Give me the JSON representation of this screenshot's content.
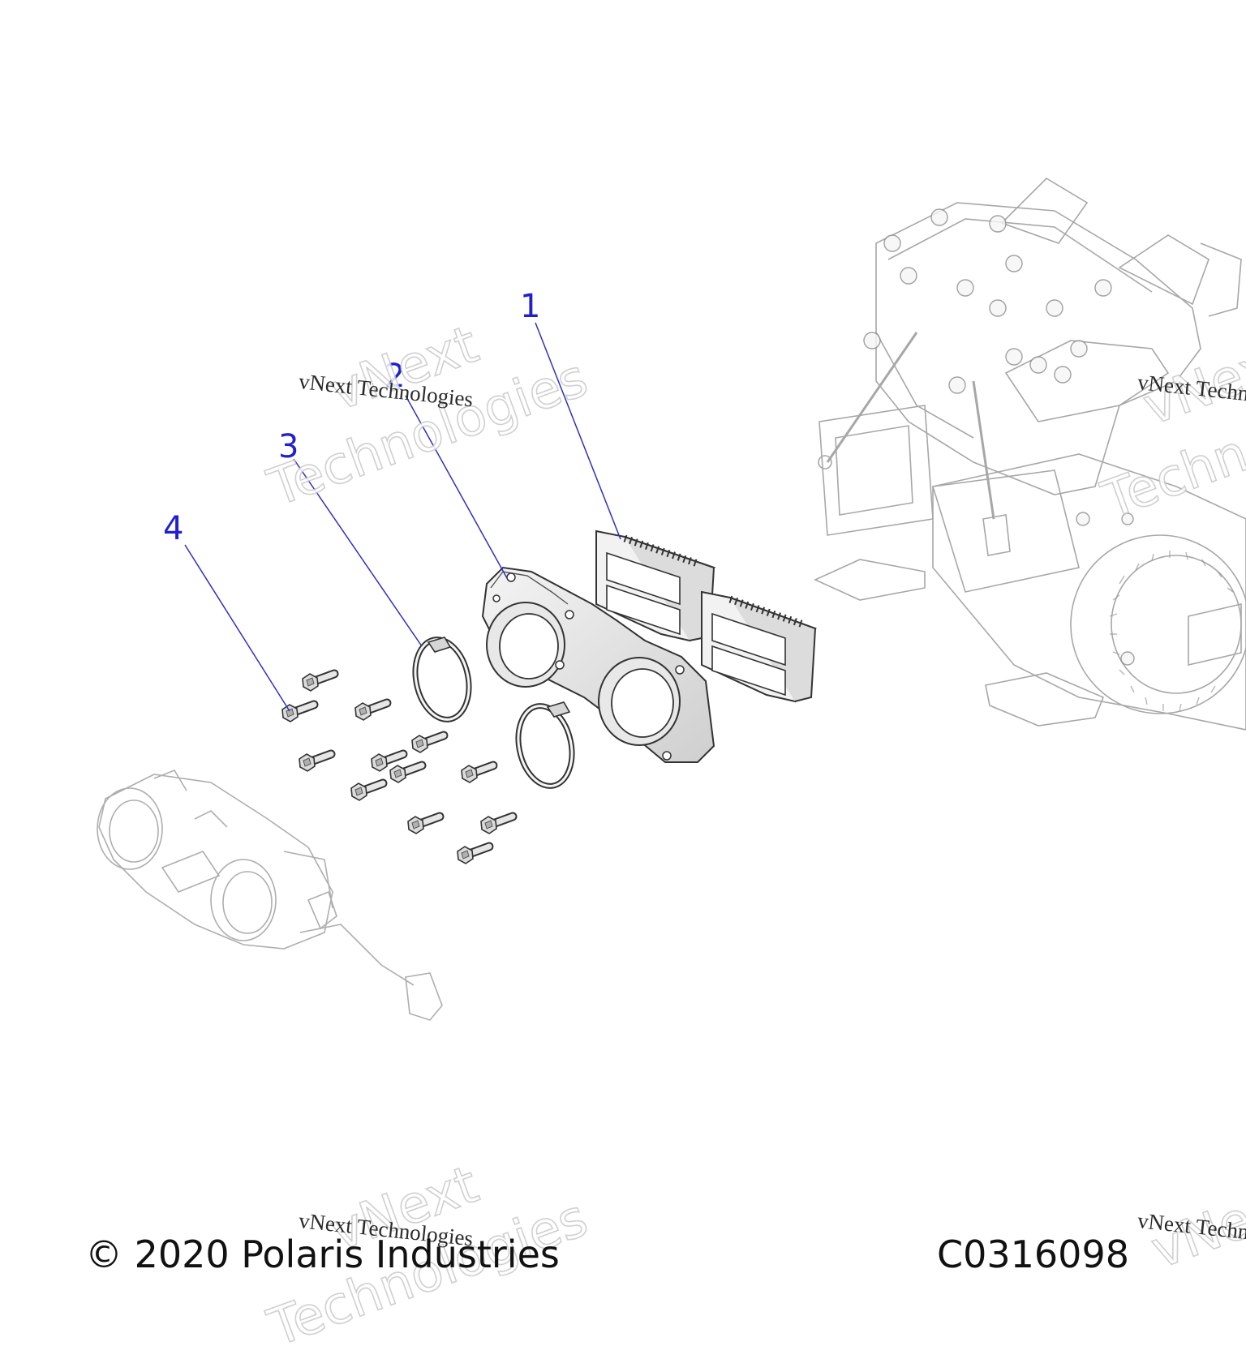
{
  "callouts": [
    {
      "label": "1",
      "color": "#2020d0"
    },
    {
      "label": "2",
      "color": "#2020d0"
    },
    {
      "label": "3",
      "color": "#2020d0"
    },
    {
      "label": "4",
      "color": "#2020d0"
    }
  ],
  "watermark": {
    "line": "vNext Technologies",
    "word1": "vNext",
    "word2": "Technologies"
  },
  "footer": {
    "copyright": "© 2020 Polaris Industries",
    "code": "C0316098"
  },
  "colors": {
    "part_stroke": "#333333",
    "ghost_stroke": "#b8b8b8",
    "leader": "#3030c0"
  }
}
